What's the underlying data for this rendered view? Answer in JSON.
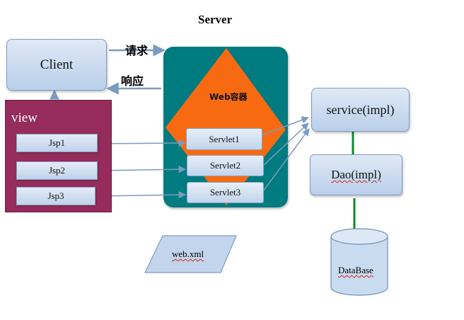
{
  "title": "Server",
  "client": {
    "label": "Client"
  },
  "request_label": "请求",
  "response_label": "响应",
  "view": {
    "label": "view",
    "jsps": [
      "Jsp1",
      "Jsp2",
      "Jsp3"
    ]
  },
  "container": {
    "label": "Web容器",
    "servlets": [
      "Servlet1",
      "Servlet2",
      "Servlet3"
    ]
  },
  "service": {
    "label": "service(impl)"
  },
  "dao": {
    "label": "Dao(impl)"
  },
  "database": {
    "label": "DataBase"
  },
  "config": {
    "label": "web.xml"
  },
  "colors": {
    "server_bg": "#007b80",
    "diamond": "#f86a12",
    "view_bg": "#952c5c",
    "connector_green": "#0f8a2a",
    "arrow": "#7a9cc0"
  }
}
